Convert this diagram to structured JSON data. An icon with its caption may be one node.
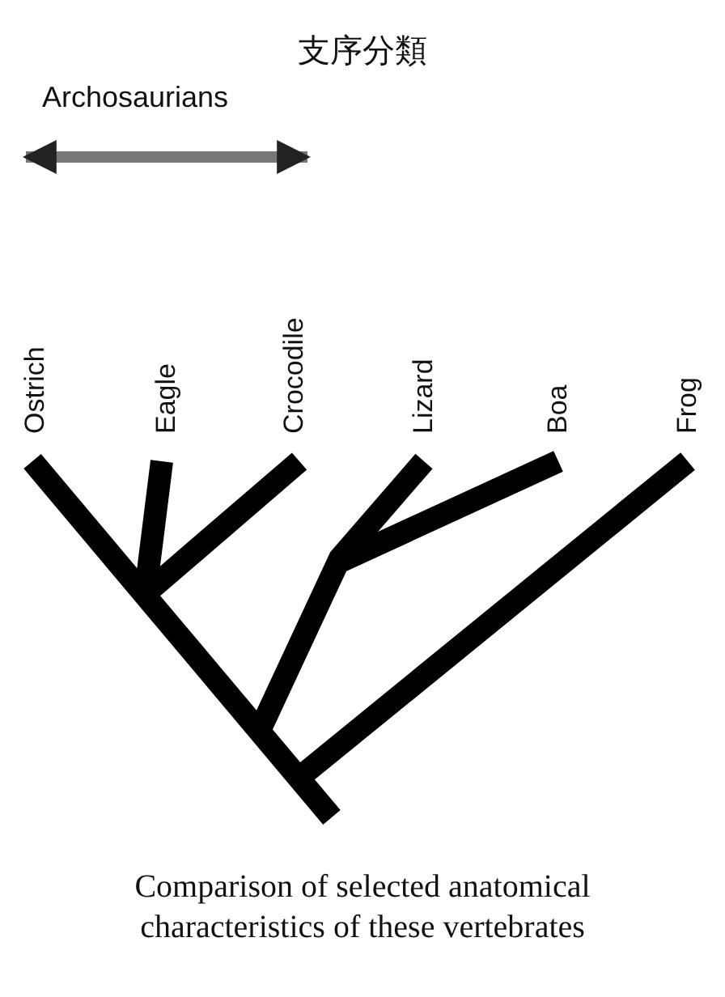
{
  "diagram": {
    "title": "支序分類",
    "caption": "Comparison of selected anatomical characteristics of these vertebrates",
    "labels": [
      "Archosaurians",
      "Ostrich",
      "Eagle",
      "Crocodile",
      "Lizard",
      "Boa",
      "Frog"
    ]
  }
}
